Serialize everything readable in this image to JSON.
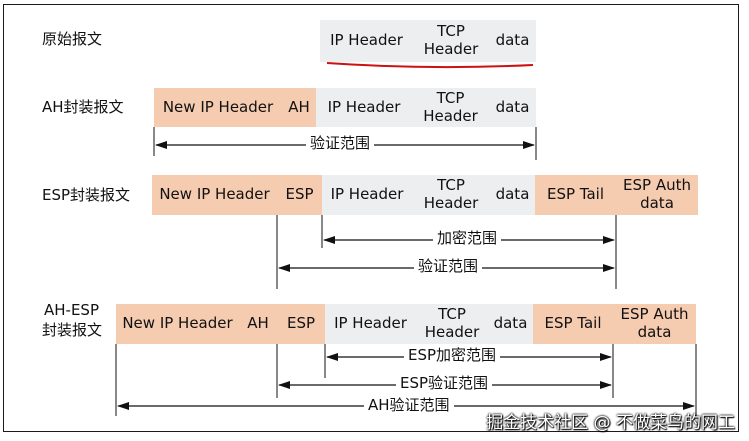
{
  "rows": {
    "original": {
      "label": "原始报文",
      "cells": [
        "IP Header",
        "TCP\nHeader",
        "data"
      ]
    },
    "ah": {
      "label": "AH封装报文",
      "cells": [
        "New IP Header",
        "AH",
        "IP Header",
        "TCP\nHeader",
        "data"
      ],
      "range_label": "验证范围"
    },
    "esp": {
      "label": "ESP封装报文",
      "cells": [
        "New IP Header",
        "ESP",
        "IP Header",
        "TCP\nHeader",
        "data",
        "ESP Tail",
        "ESP Auth\ndata"
      ],
      "encrypt_label": "加密范围",
      "verify_label": "验证范围"
    },
    "ahesp": {
      "label_line1": "AH-ESP",
      "label_line2": "封装报文",
      "cells": [
        "New IP Header",
        "AH",
        "ESP",
        "IP Header",
        "TCP\nHeader",
        "data",
        "ESP Tail",
        "ESP Auth\ndata"
      ],
      "esp_encrypt_label": "ESP加密范围",
      "esp_verify_label": "ESP验证范围",
      "ah_verify_label": "AH验证范围"
    }
  },
  "watermark": "掘金技术社区 @ 不做菜鸟的网工",
  "colors": {
    "gray": "#eceeef",
    "peach": "#f6ccb0",
    "underline": "#cc1111",
    "line": "#111111"
  }
}
